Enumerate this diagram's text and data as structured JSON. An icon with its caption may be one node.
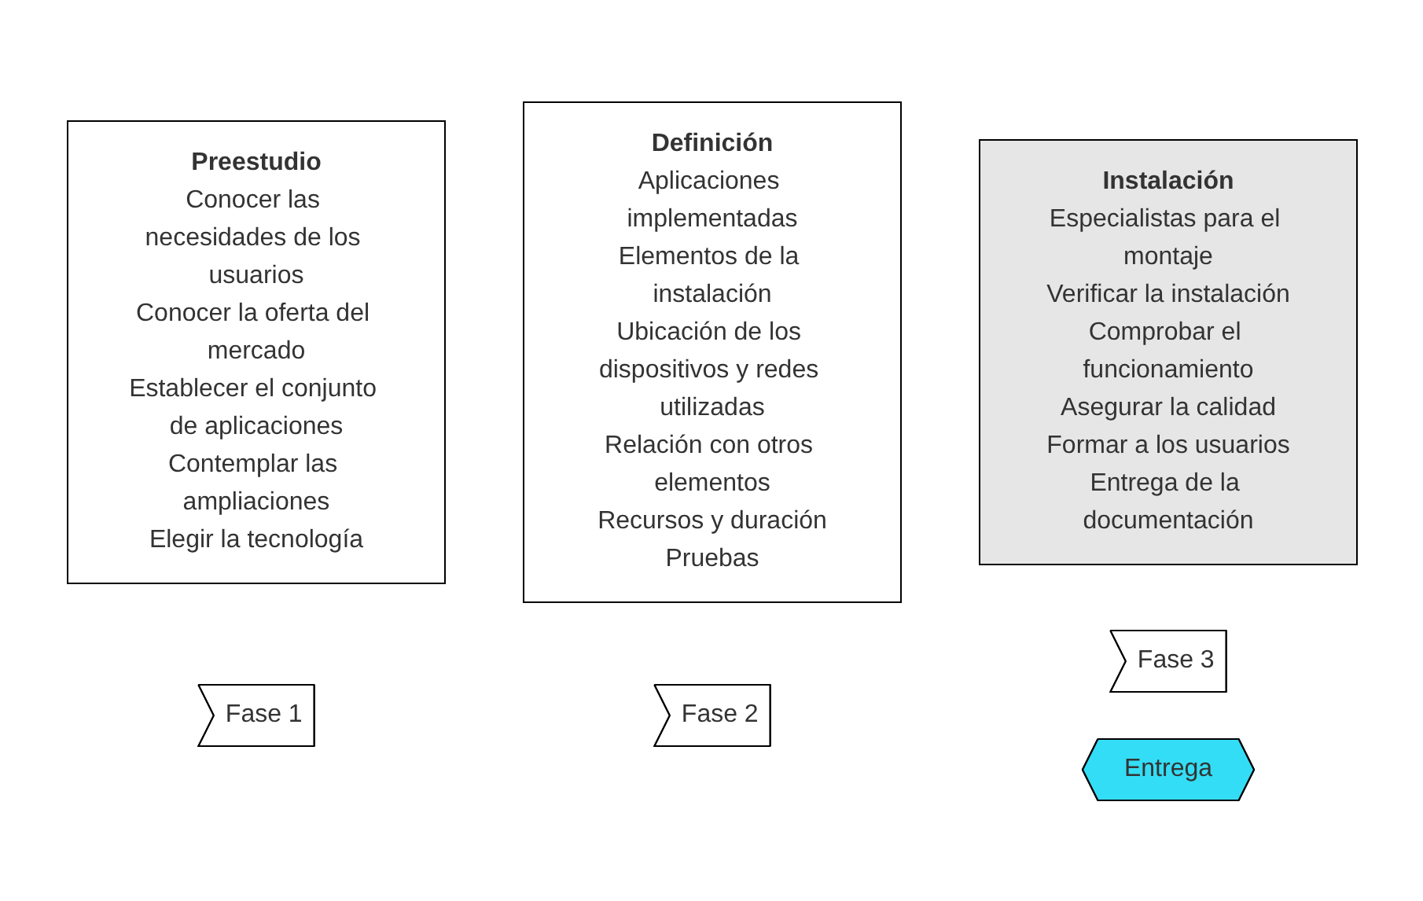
{
  "diagram": {
    "nodes": [
      {
        "text": [
          "Preestudio",
          "Conocer las necesidades de los usuarios",
          "Conocer la oferta del mercado",
          "Establecer el conjunto de aplicaciones",
          "Contemplar las ampliaciones",
          "Elegir la tecnología"
        ]
      },
      {
        "text": [
          "Fase 1"
        ]
      },
      {
        "text": [
          "Fase 2"
        ]
      },
      {
        "text": [
          "Definición",
          "Aplicaciones implementadas",
          "Elementos de la instalación",
          "Ubicación de los dispositivos y redes utilizadas",
          "Relación con otros elementos",
          "Recursos y duración",
          "Pruebas"
        ]
      },
      {
        "text": [
          "Fase 3"
        ]
      },
      {
        "text": [
          "Instalación",
          "Especialistas para el montaje",
          "Verificar la instalación",
          "Comprobar el funcionamiento",
          "Asegurar la calidad",
          "Formar a los usuarios",
          "Entrega de la documentación"
        ]
      },
      {
        "text": [
          "Entrega"
        ]
      }
    ],
    "edges": []
  }
}
